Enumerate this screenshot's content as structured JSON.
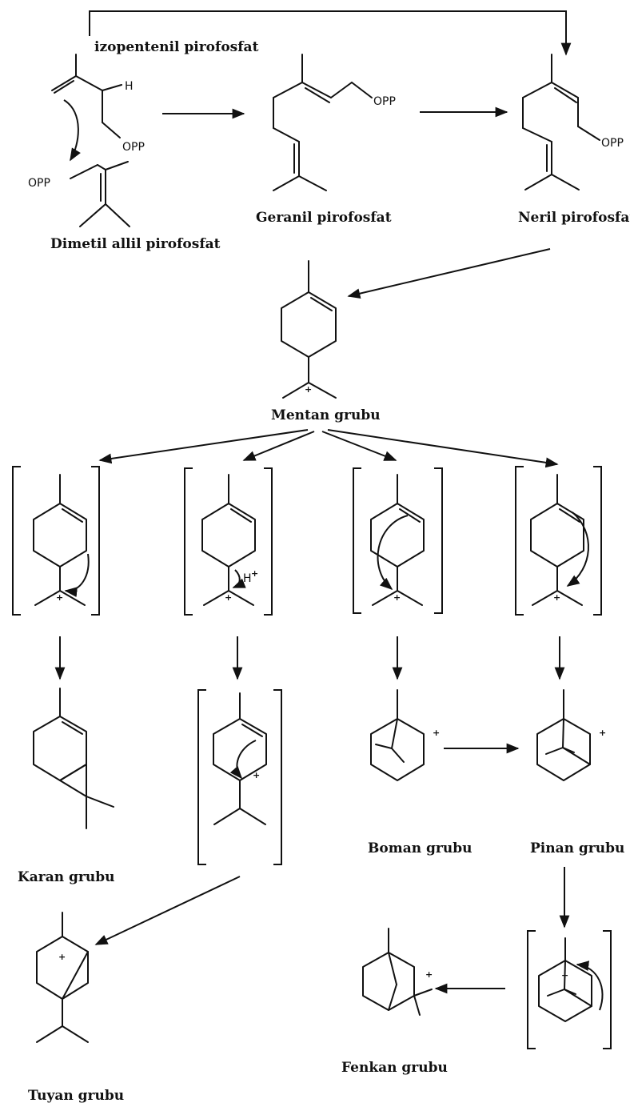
{
  "labels": {
    "izopentenil": "izopentenil pirofosfat",
    "dimetil": "Dimetil allil pirofosfat",
    "geranil": "Geranil pirofosfat",
    "neril": "Neril pirofosfat",
    "mentan": "Mentan grubu",
    "karan": "Karan grubu",
    "boman": "Boman grubu",
    "pinan": "Pinan grubu",
    "tuyan": "Tuyan grubu",
    "fenkan": "Fenkan grubu"
  },
  "atoms": {
    "opp": "OPP",
    "h": "H",
    "h_plus": "H",
    "plus": "+"
  }
}
